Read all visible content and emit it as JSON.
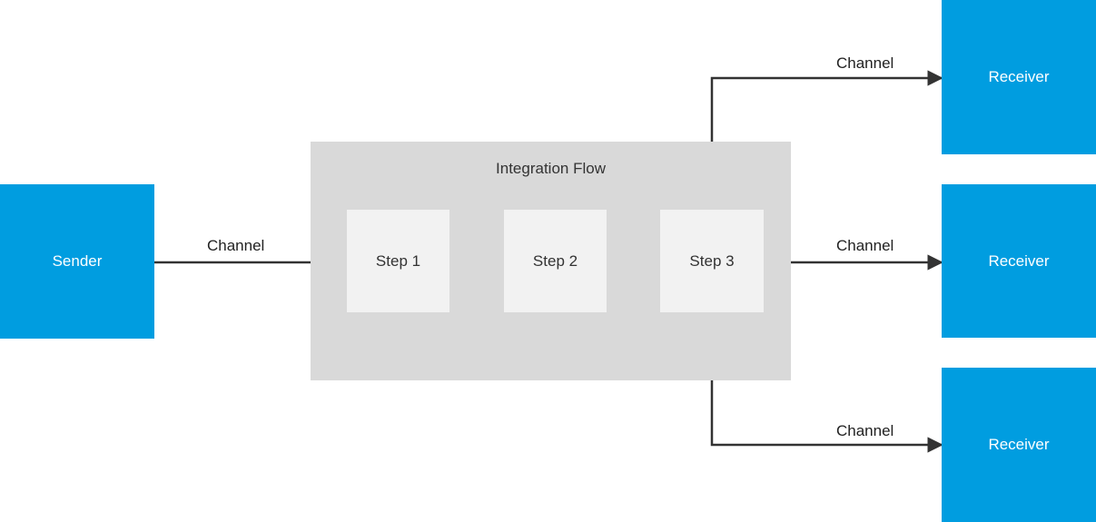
{
  "sender": {
    "label": "Sender"
  },
  "integration_flow": {
    "title": "Integration Flow",
    "steps": [
      {
        "label": "Step 1"
      },
      {
        "label": "Step 2"
      },
      {
        "label": "Step 3"
      }
    ]
  },
  "receivers": [
    {
      "label": "Receiver"
    },
    {
      "label": "Receiver"
    },
    {
      "label": "Receiver"
    }
  ],
  "channels": {
    "sender_to_flow": "Channel",
    "to_receiver_top": "Channel",
    "to_receiver_middle": "Channel",
    "to_receiver_bottom": "Channel"
  },
  "colors": {
    "endpoint": "#009de0",
    "flow_container": "#d9d9d9",
    "step": "#f2f2f2",
    "connector": "#333333"
  }
}
